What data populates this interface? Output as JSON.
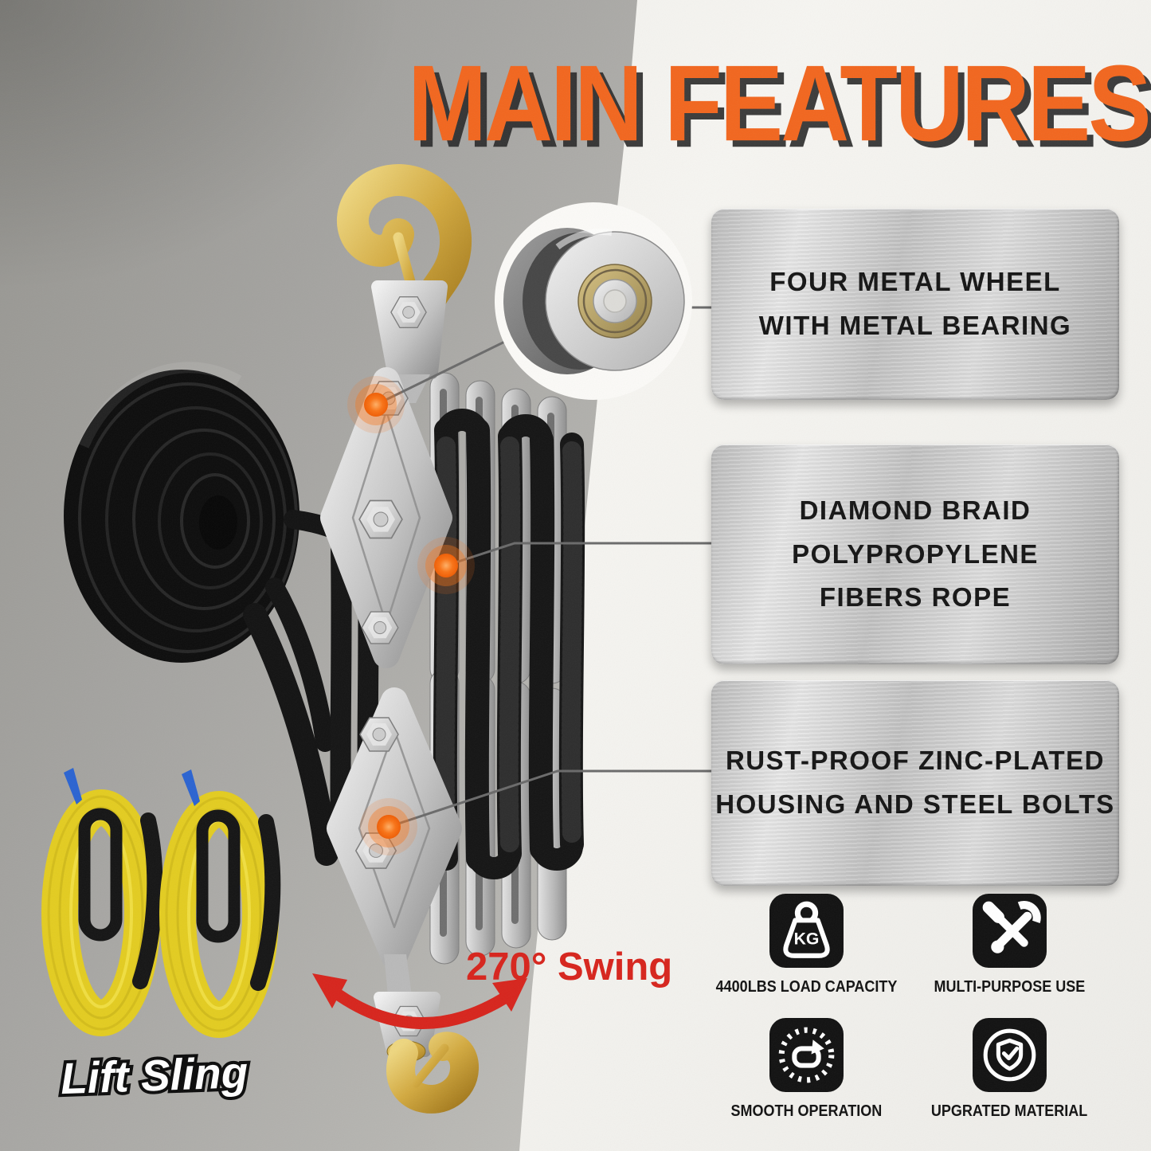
{
  "title": "MAIN FEATURES",
  "features": [
    {
      "text": "FOUR METAL WHEEL\nWITH METAL BEARING"
    },
    {
      "text": "DIAMOND BRAID\nPOLYPROPYLENE\nFIBERS ROPE"
    },
    {
      "text": "RUST-PROOF ZINC-PLATED\nHOUSING AND STEEL BOLTS"
    }
  ],
  "annotations": {
    "swing_label": "270° Swing",
    "sling_label": "Lift Sling"
  },
  "badges": [
    {
      "icon": "weight-kg-icon",
      "icon_text": "KG",
      "label": "4400LBS LOAD CAPACITY"
    },
    {
      "icon": "tools-icon",
      "label": "MULTI-PURPOSE USE"
    },
    {
      "icon": "smooth-rotation-icon",
      "label": "SMOOTH OPERATION"
    },
    {
      "icon": "shield-check-icon",
      "label": "UPGRATED MATERIAL"
    }
  ],
  "colors": {
    "accent_orange": "#F2661E",
    "swing_red": "#D7241C",
    "plate_text": "#151515",
    "badge_black": "#111111",
    "sling_yellow": "#E5CE21",
    "hotspot_orange": "#F96A00"
  }
}
